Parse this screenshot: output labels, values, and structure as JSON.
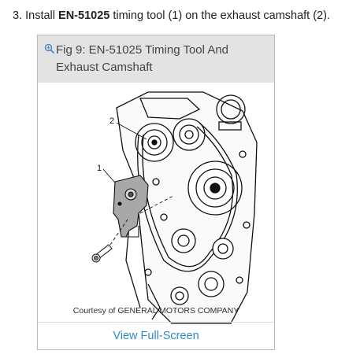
{
  "step": {
    "prefix": "3. Install ",
    "tool": "EN-51025",
    "suffix": " timing tool (1) on the exhaust camshaft (2)."
  },
  "figure": {
    "title": "Fig 9: EN-51025 Timing Tool And Exhaust Camshaft",
    "callouts": [
      "1",
      "2"
    ],
    "courtesy": "Courtesy of GENERAL MOTORS COMPANY",
    "fullscreen_label": "View Full-Screen"
  },
  "colors": {
    "header_bg": "#e3e3e3",
    "link": "#2f8ad0",
    "tool_fill": "#a8a8a8"
  },
  "icons": {
    "zoom": "magnifier-plus-icon"
  }
}
